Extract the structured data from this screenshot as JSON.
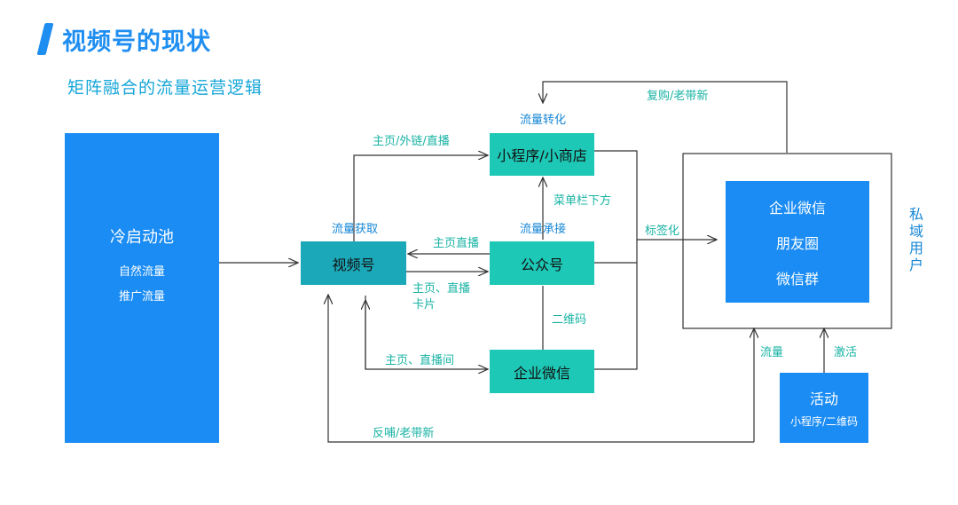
{
  "header": {
    "title": "视频号的现状",
    "subtitle": "矩阵融合的流量运营逻辑"
  },
  "nodes": {
    "cold_pool": {
      "title": "冷启动池",
      "lines": [
        "自然流量",
        "推广流量"
      ]
    },
    "channels": "视频号",
    "miniapp": "小程序/小商店",
    "official": "公众号",
    "wecom": "企业微信",
    "private": {
      "items": [
        "企业微信",
        "朋友圈",
        "微信群"
      ],
      "side_label": "私域用户"
    },
    "activity": {
      "title": "活动",
      "sub": "小程序/二维码"
    }
  },
  "edges": {
    "homepage_link_live": "主页/外链/直播",
    "traffic_acquire": "流量获取",
    "traffic_convert": "流量转化",
    "repurchase_referral": "复购/老带新",
    "menu_bar": "菜单栏下方",
    "traffic_receive": "流量承接",
    "homepage_live": "主页直播",
    "homepage_live_card": [
      "主页、直播",
      "卡片"
    ],
    "qrcode": "二维码",
    "homepage_liveroom": "主页、直播间",
    "tagging": "标签化",
    "traffic": "流量",
    "activate": "激活",
    "feedback_referral": "反哺/老带新"
  },
  "colors": {
    "blue": "#1a8cf4",
    "teal": "#1ec8b6",
    "teal_dark": "#1ba8b8",
    "title_blue": "#1f8ef1",
    "label_teal": "#19b3a4",
    "label_blue": "#1787d6"
  }
}
